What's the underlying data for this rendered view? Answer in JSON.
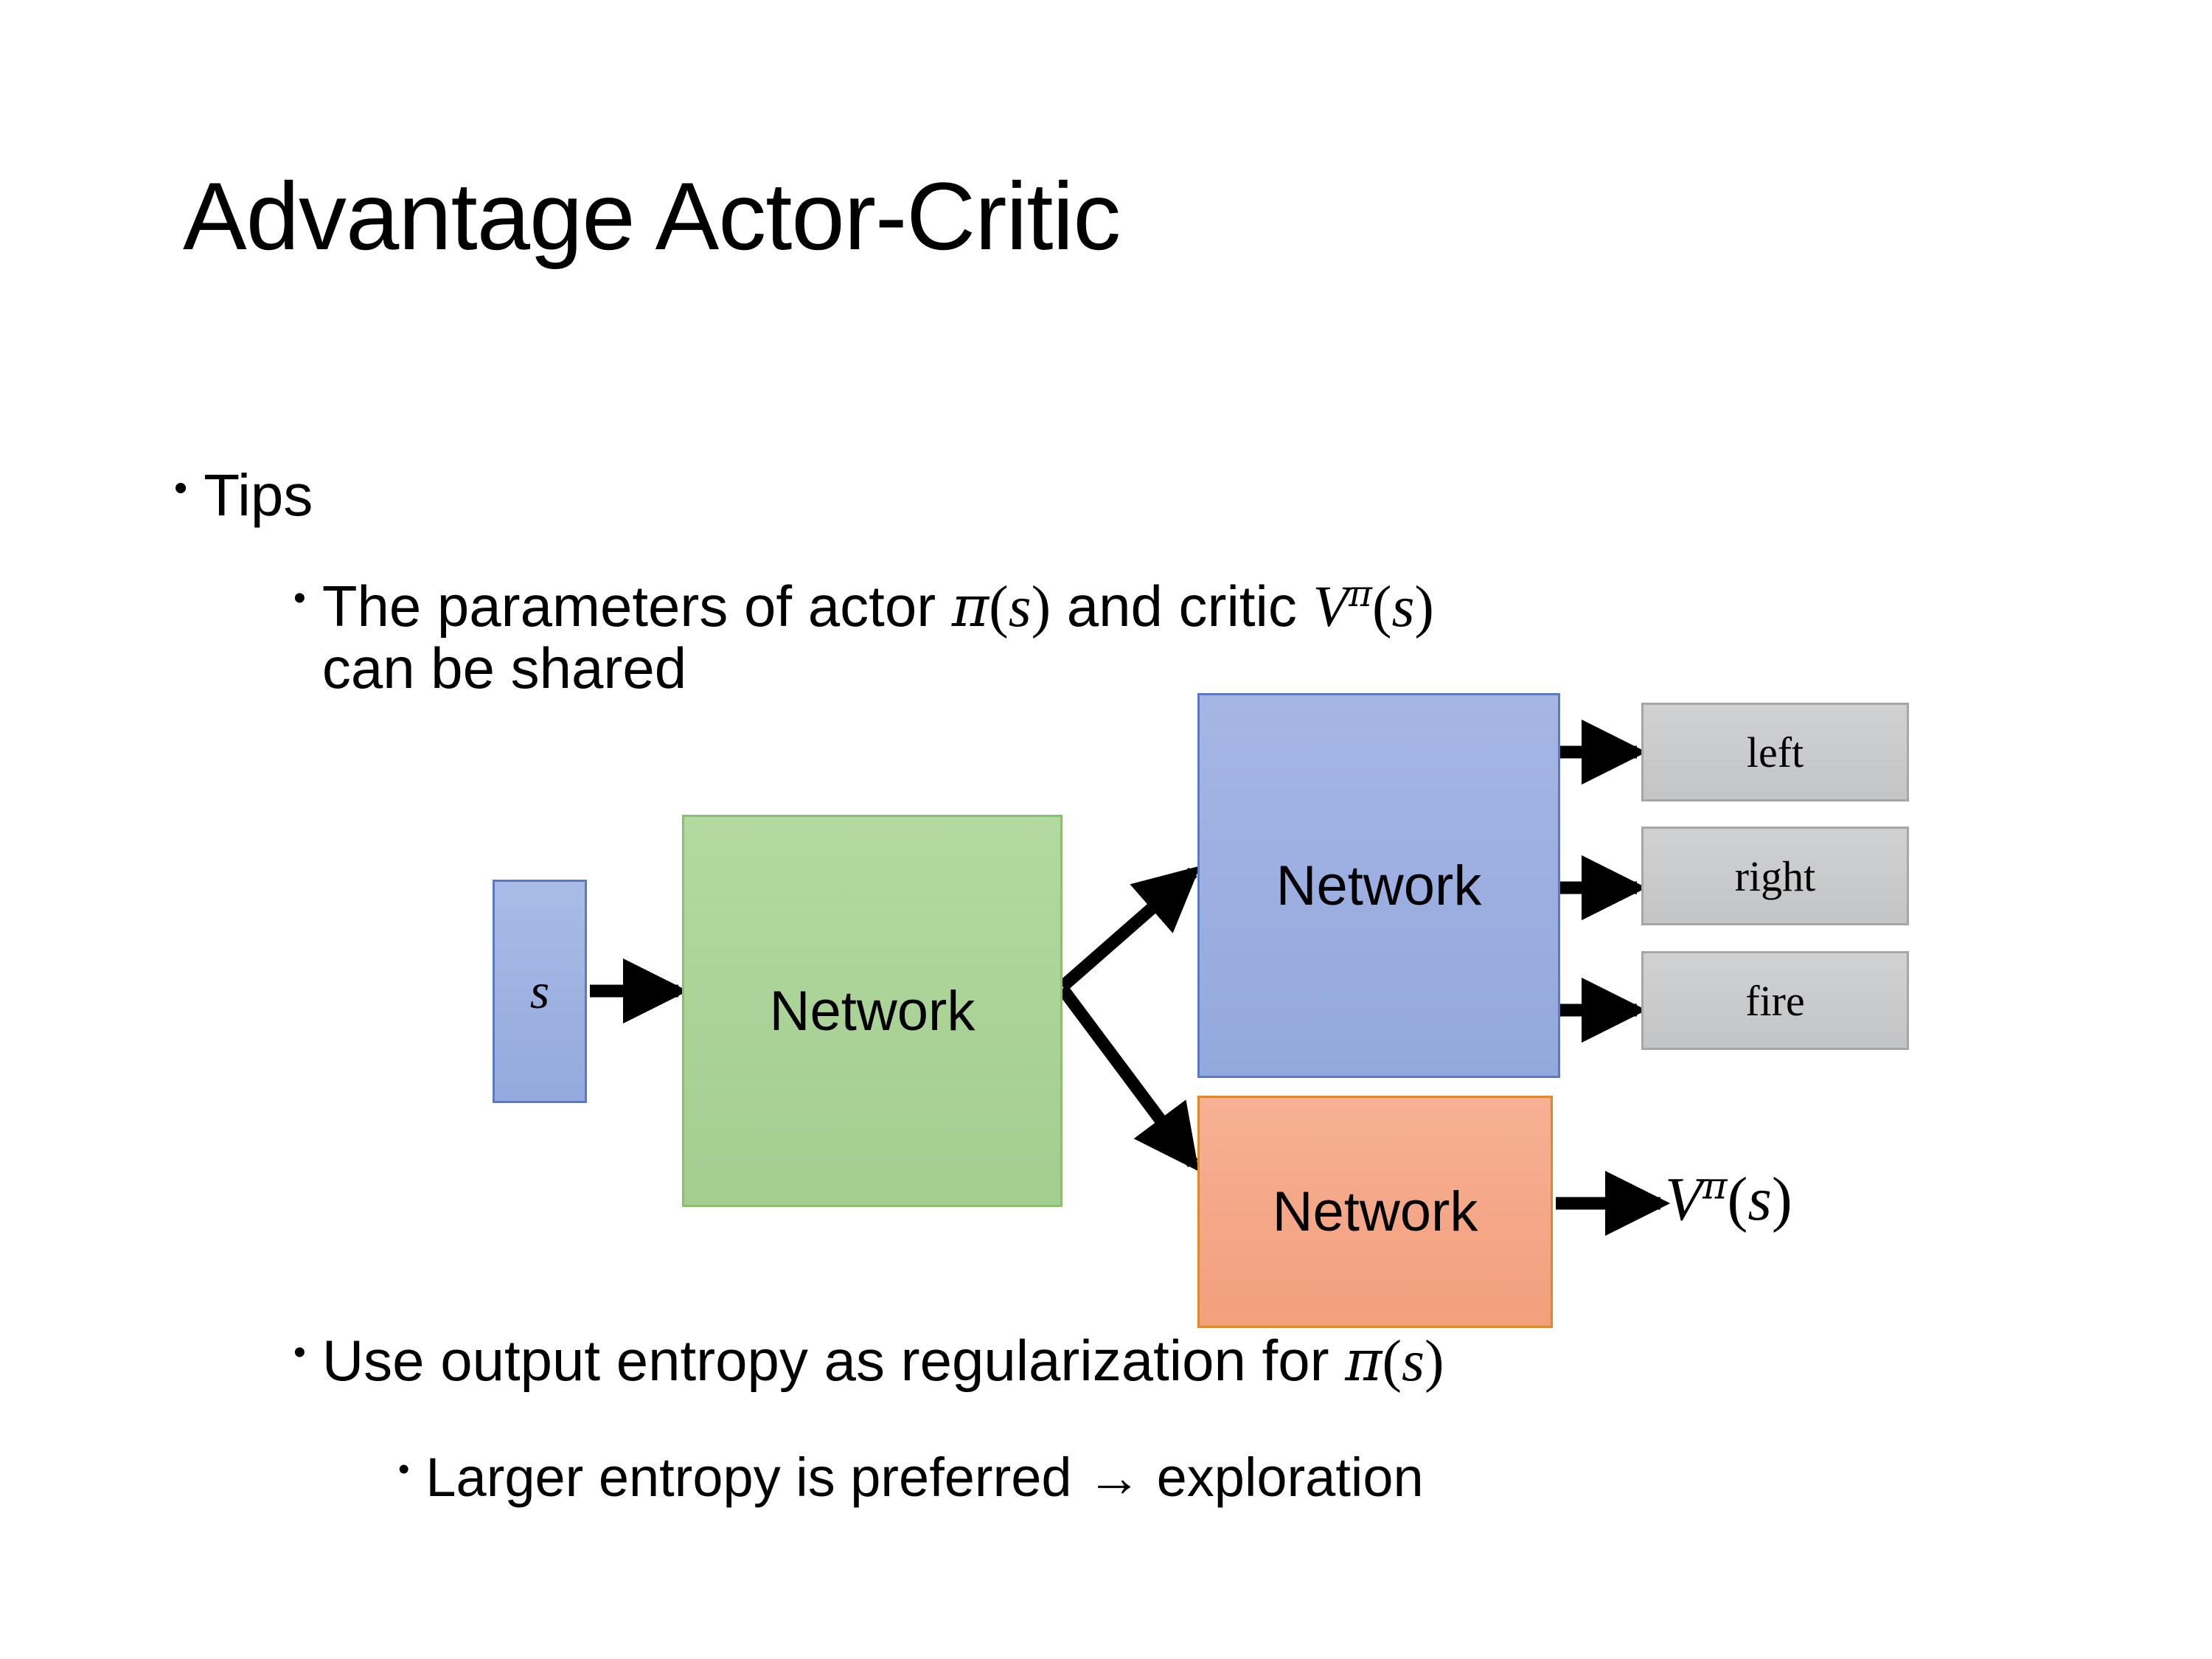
{
  "slide": {
    "title": "Advantage Actor-Critic",
    "background_color": "#FFFFFF"
  },
  "bullets": {
    "level1": {
      "marker": "•",
      "text": "Tips"
    },
    "level2_first": {
      "marker": "•",
      "line1_part1": "The parameters of actor ",
      "pi_symbol": "π",
      "paren_open": "(",
      "state_symbol": "s",
      "paren_close": ")",
      "line1_part2": "  and critic ",
      "v_symbol": "V",
      "v_superscript": "π",
      "line2": "can be shared",
      "full_text": "The parameters of actor π(s)  and critic Vπ(s) can be shared"
    },
    "level2_second": {
      "marker": "•",
      "text_part1": "Use output entropy as regularization for ",
      "pi_symbol": "π",
      "paren_open": "(",
      "state_symbol": "s",
      "paren_close": ")",
      "full_text": "Use output entropy as regularization for π(s)"
    },
    "level3": {
      "marker": "•",
      "text": "Larger entropy is preferred → exploration"
    }
  },
  "diagram": {
    "input_box": {
      "label": "s",
      "fill": "#94A9DD",
      "stroke": "#5B7AC4"
    },
    "shared_network_box": {
      "label": "Network",
      "fill": "#A4CD90",
      "stroke": "#8BBD77"
    },
    "actor_network_box": {
      "label": "Network",
      "fill": "#93A8DD",
      "stroke": "#5B7AC4"
    },
    "critic_network_box": {
      "label": "Network",
      "fill": "#F29F7C",
      "stroke": "#E0862E"
    },
    "action_boxes": [
      {
        "label": "left",
        "fill": "#C2C4C6",
        "stroke": "#A6A6A6"
      },
      {
        "label": "right",
        "fill": "#C2C4C6",
        "stroke": "#A6A6A6"
      },
      {
        "label": "fire",
        "fill": "#C2C4C6",
        "stroke": "#A6A6A6"
      }
    ],
    "value_output": {
      "v_symbol": "V",
      "v_superscript": "π",
      "paren_open": "(",
      "state_symbol": "s",
      "paren_close": ")",
      "full_text": "Vπ(s)"
    },
    "arrow_color": "#000000"
  }
}
